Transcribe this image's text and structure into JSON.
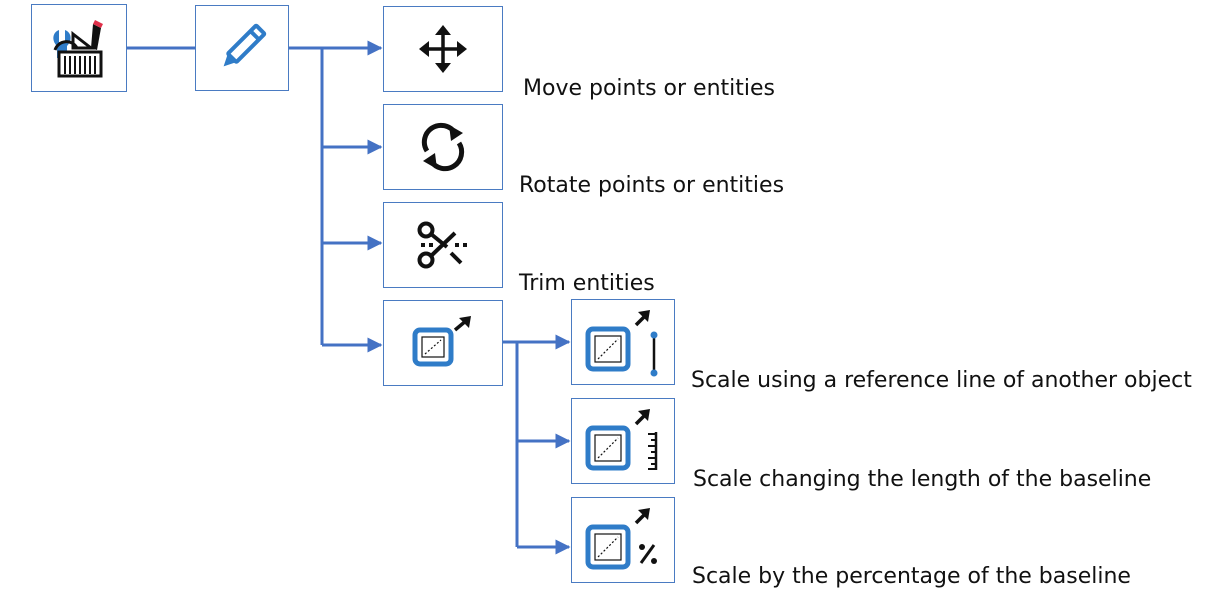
{
  "colors": {
    "connector": "#4472c4",
    "box_border": "#4a7bc2",
    "icon_blue": "#2f7cc8",
    "icon_dark": "#111111",
    "icon_red": "#e0304a"
  },
  "nodes": {
    "toolbox": {
      "icon": "toolbox-icon"
    },
    "edit": {
      "icon": "pencil-icon"
    },
    "move": {
      "icon": "move-arrows-icon",
      "label": "Move points or entities"
    },
    "rotate": {
      "icon": "rotate-icon",
      "label": "Rotate points or entities"
    },
    "trim": {
      "icon": "scissors-icon",
      "label": "Trim entities"
    },
    "scale": {
      "icon": "scale-icon"
    },
    "scale_reference": {
      "icon": "scale-reference-line-icon",
      "label": "Scale using a reference line of another object"
    },
    "scale_length": {
      "icon": "scale-ruler-icon",
      "label": "Scale changing the length of the baseline"
    },
    "scale_percent": {
      "icon": "scale-percent-icon",
      "label": "Scale by the percentage of the baseline"
    }
  }
}
